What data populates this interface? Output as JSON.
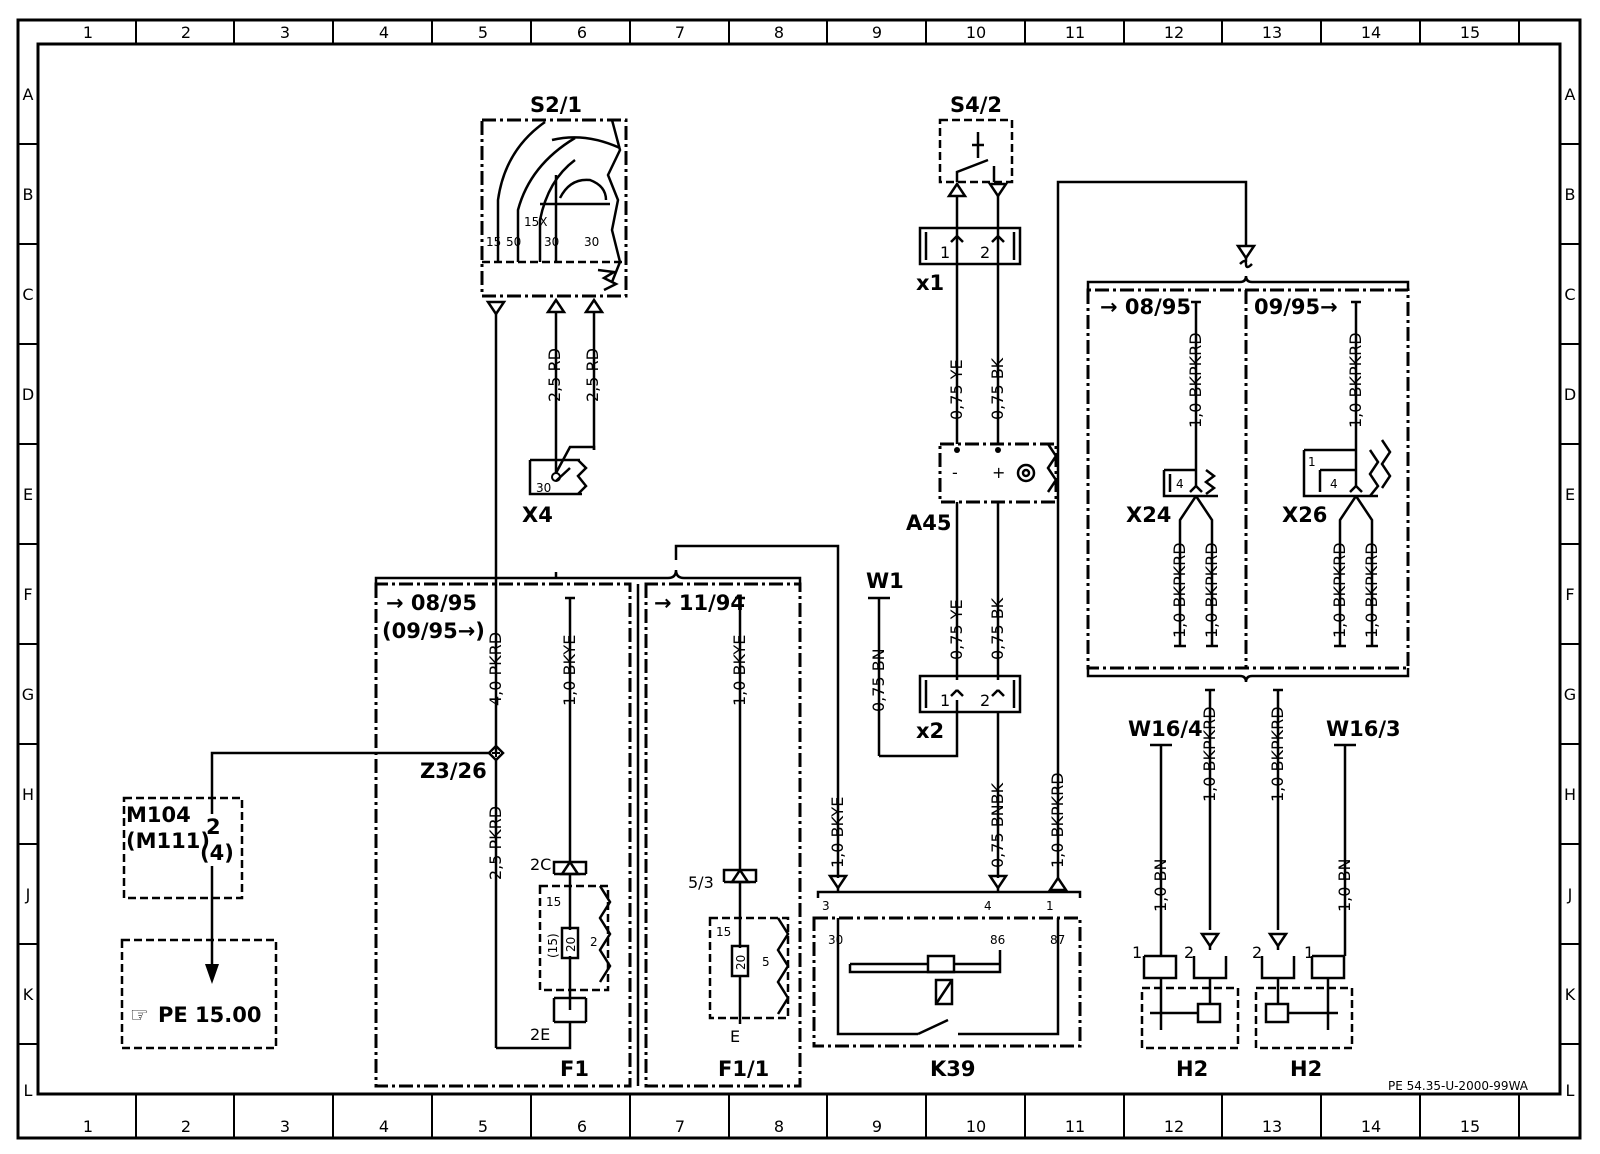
{
  "grid": {
    "columns": [
      "1",
      "2",
      "3",
      "4",
      "5",
      "6",
      "7",
      "8",
      "9",
      "10",
      "11",
      "12",
      "13",
      "14",
      "15"
    ],
    "rows": [
      "A",
      "B",
      "C",
      "D",
      "E",
      "F",
      "G",
      "H",
      "J",
      "K",
      "L"
    ]
  },
  "components": {
    "s2_1": "S2/1",
    "s4_2": "S4/2",
    "x1": "x1",
    "x2": "x2",
    "x4": "X4",
    "a45": "A45",
    "w1": "W1",
    "x24": "X24",
    "x26": "X26",
    "z3_26": "Z3/26",
    "m104": "M104",
    "m111": "(M111)",
    "f1": "F1",
    "f1_1": "F1/1",
    "k39": "K39",
    "w16_4": "W16/4",
    "w16_3": "W16/3",
    "h2_left": "H2",
    "h2_right": "H2"
  },
  "pins": {
    "s2_15": "15",
    "s2_50": "50",
    "s2_15x": "15X",
    "s2_30a": "30",
    "s2_30b": "30",
    "x1_1": "1",
    "x1_2": "2",
    "x2_1": "1",
    "x2_2": "2",
    "x4_30": "30",
    "a45_minus": "-",
    "a45_plus": "+",
    "x24_4": "4",
    "x26_4": "4",
    "x26_1": "1",
    "m_pin": "2",
    "m_pin_alt": "(4)",
    "f1_2c": "2C",
    "f1_2e": "2E",
    "f1_15": "15",
    "f1_20": "20",
    "f1_15b": "(15)",
    "f1_2": "2",
    "f11_53": "5/3",
    "f11_e": "E",
    "f11_15": "15",
    "f11_20": "20",
    "f11_5": "5",
    "k39_3": "3",
    "k39_4": "4",
    "k39_1": "1",
    "k39_30": "30",
    "k39_86": "86",
    "k39_87": "87",
    "h2l_1": "1",
    "h2l_2": "2",
    "h2r_2": "2",
    "h2r_1": "1"
  },
  "wires": {
    "rd_a": "2,5 RD",
    "rd_b": "2,5 RD",
    "ye_top": "0,75 YE",
    "bk_top": "0,75 BK",
    "ye_mid": "0,75 YE",
    "bk_mid": "0,75 BK",
    "bn_w1": "0,75 BN",
    "bnbk": "0,75 BNBK",
    "bkpkrd_k39": "1,0 BKPKRD",
    "bkye_k39": "1,0 BKYE",
    "pkrd_40": "4,0 PKRD",
    "pkrd_25": "2,5 PKRD",
    "bkye_f1": "1,0 BKYE",
    "bkye_f11": "1,0 BKYE",
    "x24_top": "1,0 BKPKRD",
    "x26_top": "1,0 BKPKRD",
    "x24_l": "1,0 BKPKRD",
    "x24_r": "1,0 BKPKRD",
    "x26_l": "1,0 BKPKRD",
    "x26_r": "1,0 BKPKRD",
    "bn_w164": "1,0 BN",
    "bkpkrd_h2l": "1,0 BKPKRD",
    "bkpkrd_h2r": "1,0 BKPKRD",
    "bn_w163": "1,0 BN"
  },
  "variants": {
    "f_left": "→ 08/95",
    "f_left2": "(09/95→)",
    "f_right": "→ 11/94",
    "x_left": "→ 08/95",
    "x_right": "09/95→"
  },
  "reference": {
    "pe_symbol": "☞",
    "pe_text": "PE  15.00"
  },
  "footer": {
    "doc_id": "PE 54.35-U-2000-99WA"
  }
}
